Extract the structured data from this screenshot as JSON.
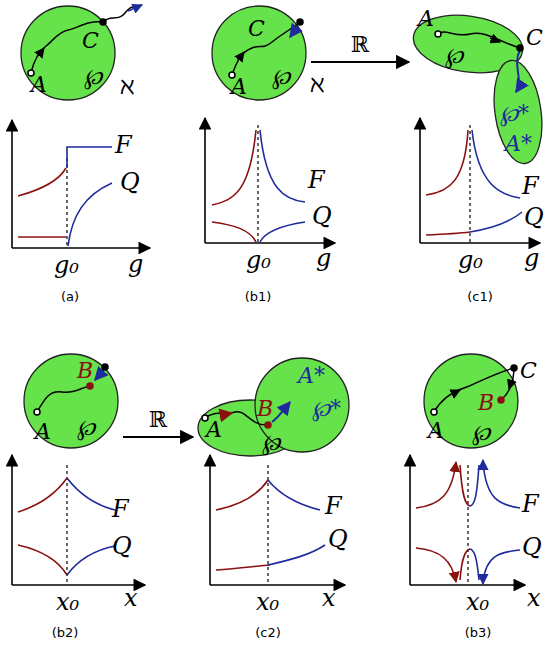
{
  "diagram": {
    "nodes": [
      {
        "text": [
          "A",
          "C",
          "℘"
        ]
      },
      {
        "text": [
          "A",
          "C",
          "℘"
        ]
      },
      {
        "text": [
          "A",
          "℘",
          "C",
          "℘*",
          "A*"
        ]
      },
      {
        "text": [
          "B",
          "A",
          "℘"
        ]
      },
      {
        "text": [
          "A",
          "B",
          "A*",
          "℘*",
          "℘"
        ]
      },
      {
        "text": [
          "C",
          "B",
          "A",
          "℘"
        ]
      }
    ],
    "edges": [
      {
        "from": 1,
        "to": 2,
        "arrow": "to",
        "label": "ℝ"
      },
      {
        "from": 3,
        "to": 4,
        "arrow": "to",
        "label": "ℝ"
      }
    ],
    "labels": [
      "ℵ",
      "F",
      "Q",
      "g₀",
      "g",
      "(a)",
      "ℵ",
      "F",
      "Q",
      "g₀",
      "g",
      "(b1)",
      "F",
      "Q",
      "g₀",
      "g",
      "(c1)",
      "F",
      "Q",
      "x₀",
      "x",
      "(b2)",
      "F",
      "Q",
      "x₀",
      "x",
      "(c2)",
      "F",
      "Q",
      "x₀",
      "x",
      "(b3)"
    ]
  }
}
